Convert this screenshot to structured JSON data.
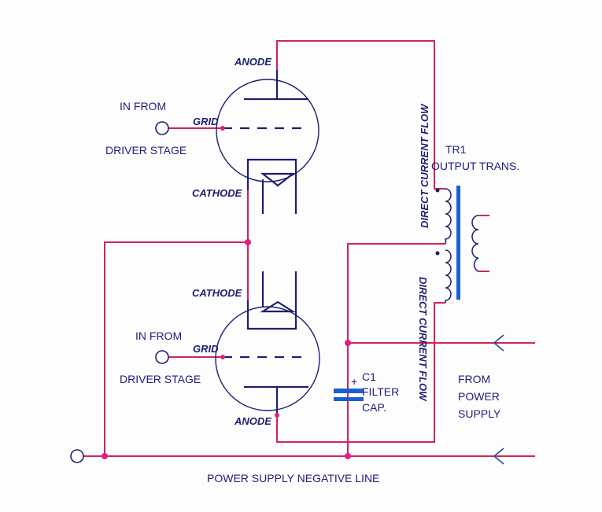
{
  "upper_tube": {
    "anode_label": "ANODE",
    "grid_label": "GRID",
    "cathode_label": "CATHODE",
    "input_line1": "IN FROM",
    "input_line2": "DRIVER STAGE"
  },
  "lower_tube": {
    "anode_label": "ANODE",
    "grid_label": "GRID",
    "cathode_label": "CATHODE",
    "input_line1": "IN FROM",
    "input_line2": "DRIVER STAGE"
  },
  "transformer": {
    "ref": "TR1",
    "name": "OUTPUT TRANS."
  },
  "capacitor": {
    "ref": "C1",
    "line1": "FILTER",
    "line2": "CAP.",
    "polarity": "+"
  },
  "flow_upper": "DIRECT CURRENT FLOW",
  "flow_lower": "DIRECT CURRENT FLOW",
  "supply": {
    "line1": "FROM",
    "line2": "POWER",
    "line3": "SUPPLY"
  },
  "negative_line": "POWER SUPPLY NEGATIVE LINE",
  "colors": {
    "wire": "#d0245a",
    "ink": "#1e1e6e",
    "core": "#1a5fd0",
    "arrow": "#1e4e9e"
  }
}
